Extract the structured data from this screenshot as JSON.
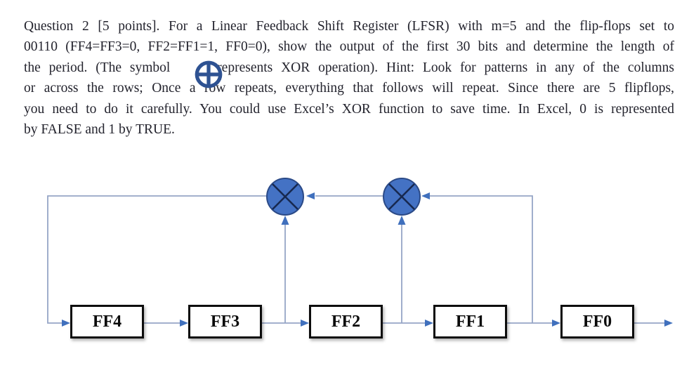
{
  "question": {
    "line1": "Question 2 [5 points]. For a Linear Feedback Shift Register (LFSR) with m=5 and the flip-flops set to",
    "line2": "00110 (FF4=FF3=0, FF2=FF1=1, FF0=0), show the output of the first 30 bits and determine the length of",
    "line3_before_symbol": "the period. (The symbol",
    "line3_after_symbol": "represents XOR operation).  Hint: Look for patterns in any of the columns",
    "line4": "or across the rows; Once a row repeats, everything that follows will repeat. Since there are 5 flipflops,",
    "line5": "you need to do it carefully. You could use Excel’s XOR function to save time. In Excel, 0 is represented",
    "line6": "by FALSE and 1 by TRUE."
  },
  "diagram": {
    "flipflops": [
      "FF4",
      "FF3",
      "FF2",
      "FF1",
      "FF0"
    ],
    "xor_gate_count": 2,
    "colors": {
      "wire": "#96a5c6",
      "arrowhead": "#4070bd",
      "xor_fill": "#4472c4",
      "xor_border": "#2b4a87",
      "xor_cross": "#17294f",
      "box_border": "#0d0d0d",
      "box_fill": "#ffffff",
      "inline_symbol": "#2e5292",
      "text": "#23232d"
    }
  }
}
